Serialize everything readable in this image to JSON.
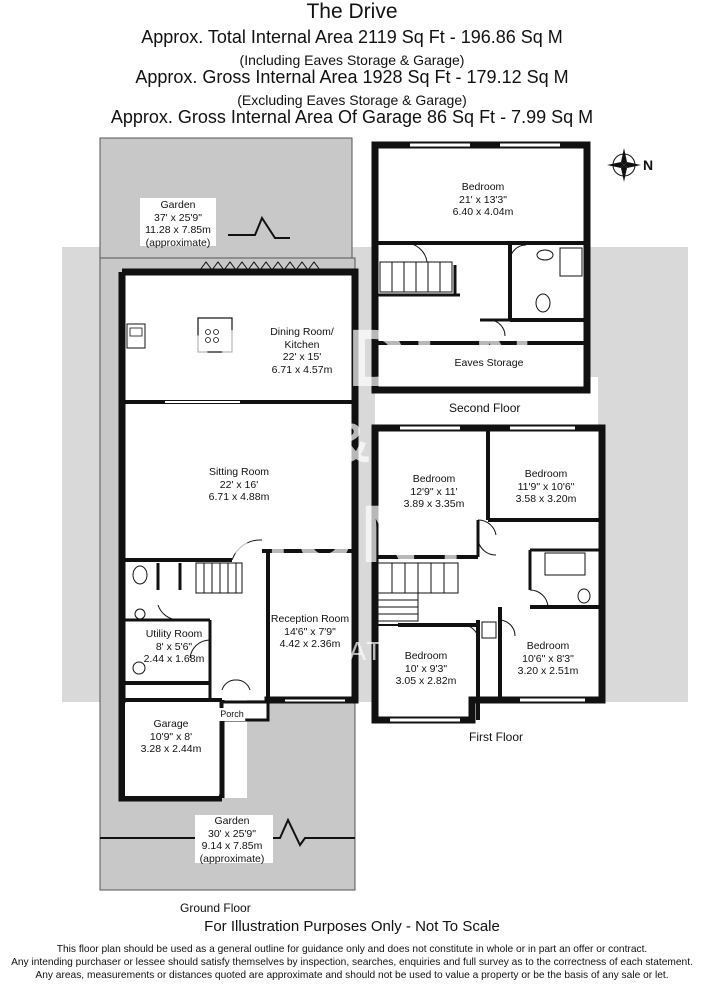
{
  "header": {
    "title": "The Drive",
    "line1": "Approx. Total Internal Area  2119 Sq Ft  -  196.86 Sq M",
    "line2": "(Including Eaves Storage & Garage)",
    "line3": "Approx. Gross Internal Area  1928 Sq Ft  -  179.12 Sq M",
    "line4": "(Excluding Eaves Storage & Garage)",
    "line5": "Approx. Gross Internal Area Of Garage  86 Sq Ft  -  7.99 Sq M"
  },
  "compass": {
    "label": "N"
  },
  "watermark": {
    "line1": "DURDEN",
    "amp": "&",
    "line2": "HUNT",
    "line3": "INTERNATIONAL"
  },
  "floors": {
    "ground": "Ground Floor",
    "first": "First Floor",
    "second": "Second Floor"
  },
  "rooms": {
    "garden_top": {
      "name": "Garden",
      "size_imp": "37' x 25'9\"",
      "size_met": "11.28 x 7.85m",
      "note": "(approximate)"
    },
    "dining": {
      "name": "Dining Room/",
      "name2": "Kitchen",
      "size_imp": "22' x 15'",
      "size_met": "6.71 x 4.57m"
    },
    "sitting": {
      "name": "Sitting Room",
      "size_imp": "22' x 16'",
      "size_met": "6.71 x 4.88m"
    },
    "reception": {
      "name": "Reception Room",
      "size_imp": "14'6\" x 7'9\"",
      "size_met": "4.42 x 2.36m"
    },
    "utility": {
      "name": "Utility Room",
      "size_imp": "8' x 5'6\"",
      "size_met": "2.44 x 1.68m"
    },
    "garage": {
      "name": "Garage",
      "size_imp": "10'9\" x 8'",
      "size_met": "3.28 x 2.44m"
    },
    "porch": {
      "name": "Porch"
    },
    "garden_bottom": {
      "name": "Garden",
      "size_imp": "30' x 25'9\"",
      "size_met": "9.14 x 7.85m",
      "note": "(approximate)"
    },
    "bed_second": {
      "name": "Bedroom",
      "size_imp": "21' x 13'3\"",
      "size_met": "6.40 x 4.04m"
    },
    "eaves": {
      "name": "Eaves Storage"
    },
    "bed1": {
      "name": "Bedroom",
      "size_imp": "12'9\" x 11'",
      "size_met": "3.89 x 3.35m"
    },
    "bed2": {
      "name": "Bedroom",
      "size_imp": "11'9\" x 10'6\"",
      "size_met": "3.58 x 3.20m"
    },
    "bed3": {
      "name": "Bedroom",
      "size_imp": "10' x 9'3\"",
      "size_met": "3.05 x 2.82m"
    },
    "bed4": {
      "name": "Bedroom",
      "size_imp": "10'6\" x 8'3\"",
      "size_met": "3.20 x 2.51m"
    }
  },
  "footer": {
    "illustration": "For Illustration Purposes Only - Not To Scale",
    "disc1": "This floor plan should be used as a general outline for guidance only and does not constitute in whole or in part an offer or contract.",
    "disc2": "Any intending purchaser or lessee should satisfy themselves by inspection, searches, enquiries and full survey as to the correctness of each statement.",
    "disc3": "Any areas, measurements or distances quoted are approximate and should not be used to value a property or be the basis of any sale or let."
  },
  "colors": {
    "garden": "#c8c8c8",
    "watermark_band": "#d7d7d7",
    "wall": "#111111"
  }
}
